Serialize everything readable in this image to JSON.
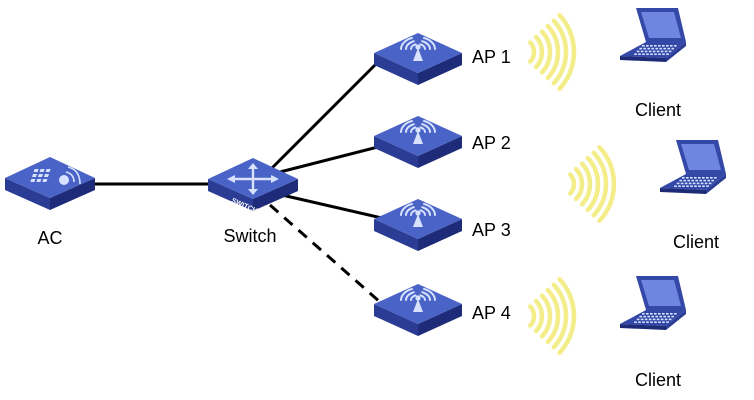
{
  "colors": {
    "device_top": "#4a63c6",
    "device_left": "#2a3c93",
    "device_right": "#1d2b78",
    "device_line": "#d8e2ff",
    "link": "#000000",
    "signal": "#f4ee8a",
    "laptop_body": "#3448a8",
    "laptop_screen": "#6f86e0"
  },
  "icons": {
    "ac": "wireless-controller-icon",
    "switch": "switch-icon",
    "ap": "access-point-icon",
    "client": "laptop-icon",
    "signal": "wifi-signal-icon"
  },
  "nodes": {
    "ac": {
      "label": "AC"
    },
    "switch": {
      "label": "Switch",
      "badge": "SWITCH"
    },
    "aps": [
      {
        "label": "AP 1"
      },
      {
        "label": "AP 2"
      },
      {
        "label": "AP 3"
      },
      {
        "label": "AP 4"
      }
    ],
    "clients": [
      {
        "label": "Client"
      },
      {
        "label": "Client"
      },
      {
        "label": "Client"
      }
    ]
  },
  "links": [
    {
      "from": "AC",
      "to": "Switch",
      "style": "solid"
    },
    {
      "from": "Switch",
      "to": "AP 1",
      "style": "solid"
    },
    {
      "from": "Switch",
      "to": "AP 2",
      "style": "solid"
    },
    {
      "from": "Switch",
      "to": "AP 3",
      "style": "solid"
    },
    {
      "from": "Switch",
      "to": "AP 4",
      "style": "dashed"
    }
  ]
}
